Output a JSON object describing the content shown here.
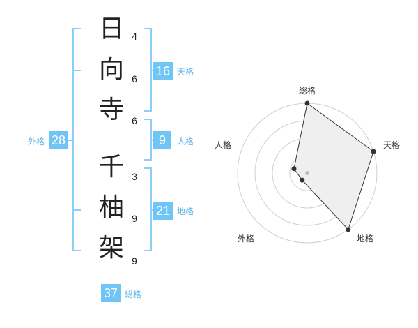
{
  "characters": [
    {
      "char": "日",
      "strokes": "4"
    },
    {
      "char": "向",
      "strokes": "6"
    },
    {
      "char": "寺",
      "strokes": "6"
    },
    {
      "char": "千",
      "strokes": "3"
    },
    {
      "char": "柚",
      "strokes": "9"
    },
    {
      "char": "架",
      "strokes": "9"
    }
  ],
  "badges": {
    "tenkaku": {
      "value": "16",
      "label": "天格"
    },
    "jinkaku": {
      "value": "9",
      "label": "人格"
    },
    "chikaku": {
      "value": "21",
      "label": "地格"
    },
    "gaikaku": {
      "value": "28",
      "label": "外格"
    },
    "soukaku": {
      "value": "37",
      "label": "総格"
    }
  },
  "radar": {
    "labels": {
      "soukaku": "総格",
      "tenkaku": "天格",
      "chikaku": "地格",
      "gaikaku": "外格",
      "jinkaku": "人格"
    },
    "levels": 4,
    "scores": {
      "soukaku": 4,
      "tenkaku": 4,
      "chikaku": 4,
      "gaikaku": 0.5,
      "jinkaku": 0.8
    },
    "colors": {
      "fill": "#efefef",
      "stroke": "#333333",
      "grid": "#cfcfcf",
      "center": "#bbbbbb"
    }
  }
}
